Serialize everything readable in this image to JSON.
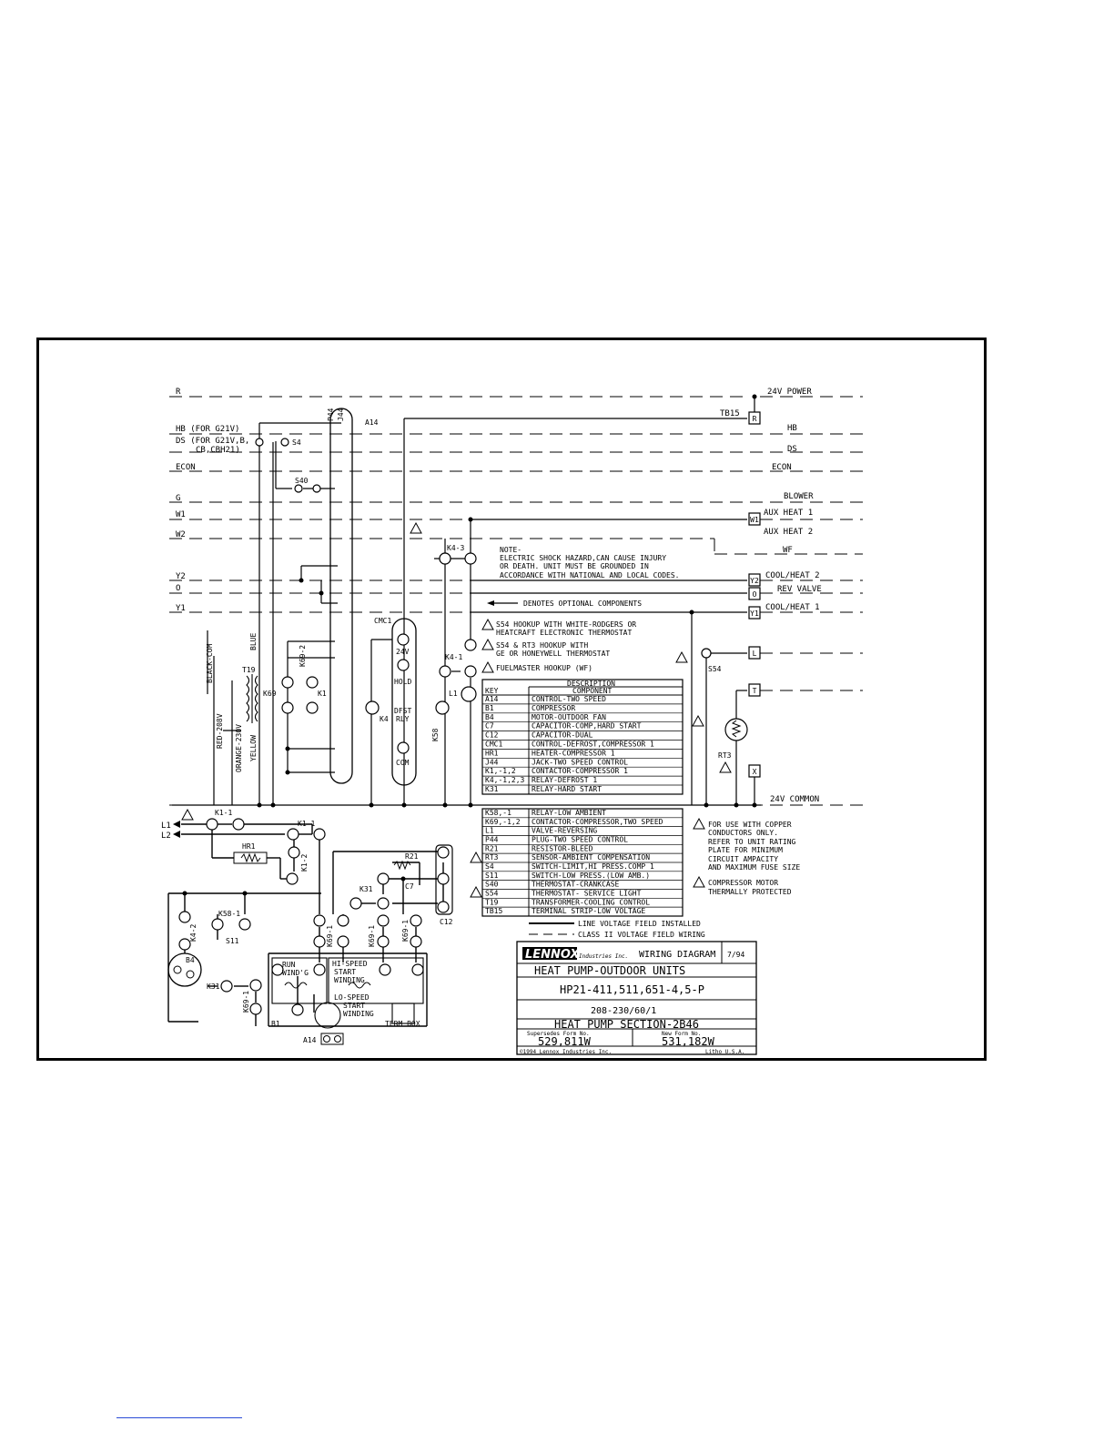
{
  "diagram": {
    "left_labels": {
      "r": "R",
      "hb": "HB (FOR G21V)",
      "ds1": "DS (FOR G21V,B,",
      "ds2": "CB,CBH21)",
      "econ": "ECON",
      "g": "G",
      "w1": "W1",
      "w2": "W2",
      "y2": "Y2",
      "o": "O",
      "y1": "Y1",
      "l1": "L1",
      "l2": "L2"
    },
    "right_labels": {
      "power": "24V POWER",
      "tb15": "TB15",
      "hb": "HB",
      "ds": "DS",
      "econ": "ECON",
      "blower": "BLOWER",
      "aux1": "AUX HEAT 1",
      "aux2": "AUX HEAT 2",
      "wf": "WF",
      "coolheat2": "COOL/HEAT 2",
      "revvalve": "REV VALVE",
      "coolheat1": "COOL/HEAT 1",
      "common": "24V COMMON"
    },
    "terminals": {
      "r": "R",
      "w1": "W1",
      "y2": "Y2",
      "o": "O",
      "y1": "Y1",
      "l": "L",
      "t": "T",
      "x": "X"
    },
    "components": {
      "p44": "P44",
      "j44": "J44",
      "a14": "A14",
      "s4": "S4",
      "s40": "S40",
      "k43": "K4-3",
      "k41": "K4-1",
      "cmc1": "CMC1",
      "v24": "24V",
      "hold": "HOLD",
      "dfst": "DFST",
      "rly": "RLY",
      "com": "COM",
      "k4": "K4",
      "k58": "K58",
      "l1": "L1",
      "s54": "S54",
      "rt3": "RT3",
      "t19": "T19",
      "k692": "K69-2",
      "k69": "K69",
      "k1": "K1",
      "blue": "BLUE",
      "black": "BLACK-COM",
      "red": "RED-208V",
      "orange": "ORANGE-230V",
      "yellow": "YELLOW",
      "k11a": "K1-1",
      "k11b": "K1-1",
      "k12": "K1-2",
      "hr1": "HR1",
      "r21": "R21",
      "c7": "C7",
      "c12": "C12",
      "k31": "K31",
      "k31b": "K31",
      "k581": "K58-1",
      "k42": "K4-2",
      "s11": "S11",
      "b4": "B4",
      "k691a": "K69-1",
      "k691b": "K69-1",
      "k691c": "K69-1",
      "k691d": "K69-1",
      "run": "RUN",
      "wind": "WIND'G",
      "hispeed": "HI-SPEED",
      "start": "START",
      "winding": "WINDING",
      "lospeed": "LO-SPEED",
      "start2": "START",
      "winding2": "WINDING",
      "b1": "B1",
      "termbox": "TERM BOX",
      "a14b": "A14"
    },
    "notes": {
      "note_title": "NOTE-",
      "note1": "ELECTRIC SHOCK HAZARD,CAN CAUSE INJURY",
      "note2": "OR DEATH. UNIT MUST BE GROUNDED IN",
      "note3": "ACCORDANCE WITH NATIONAL AND LOCAL CODES.",
      "optional": "DENOTES OPTIONAL COMPONENTS",
      "n1a": "S54 HOOKUP WITH WHITE-RODGERS OR",
      "n1b": "HEATCRAFT ELECTRONIC THERMOSTAT",
      "n2a": "S54 & RT3 HOOKUP WITH",
      "n2b": "GE OR HONEYWELL THERMOSTAT",
      "n3": "FUELMASTER HOOKUP (WF)",
      "cu1": "FOR USE WITH COPPER",
      "cu2": "CONDUCTORS ONLY.",
      "cu3": "REFER TO UNIT RATING",
      "cu4": "PLATE FOR MINIMUM",
      "cu5": "CIRCUIT AMPACITY",
      "cu6": "AND MAXIMUM FUSE SIZE",
      "cm1": "COMPRESSOR MOTOR",
      "cm2": "THERMALLY PROTECTED",
      "line_voltage": "LINE VOLTAGE FIELD INSTALLED",
      "class2": "CLASS II VOLTAGE FIELD WIRING"
    },
    "legend": {
      "description": "DESCRIPTION",
      "key": "KEY",
      "component": "COMPONENT",
      "rows1": [
        [
          "A14",
          "CONTROL-TWO SPEED"
        ],
        [
          "B1",
          "COMPRESSOR"
        ],
        [
          "B4",
          "MOTOR-OUTDOOR FAN"
        ],
        [
          "C7",
          "CAPACITOR-COMP,HARD START"
        ],
        [
          "C12",
          "CAPACITOR-DUAL"
        ],
        [
          "CMC1",
          "CONTROL-DEFROST,COMPRESSOR 1"
        ],
        [
          "HR1",
          "HEATER-COMPRESSOR 1"
        ],
        [
          "J44",
          "JACK-TWO SPEED CONTROL"
        ],
        [
          "K1,-1,2",
          "CONTACTOR-COMPRESSOR 1"
        ],
        [
          "K4,-1,2,3",
          "RELAY-DEFROST 1"
        ],
        [
          "K31",
          "RELAY-HARD START"
        ]
      ],
      "rows2": [
        [
          "K58,-1",
          "RELAY-LOW AMBIENT"
        ],
        [
          "K69,-1,2",
          "CONTACTOR-COMPRESSOR,TWO SPEED"
        ],
        [
          "L1",
          "VALVE-REVERSING"
        ],
        [
          "P44",
          "PLUG-TWO SPEED CONTROL"
        ],
        [
          "R21",
          "RESISTOR-BLEED"
        ],
        [
          "RT3",
          "SENSOR-AMBIENT COMPENSATION"
        ],
        [
          "S4",
          "SWITCH-LIMIT,HI PRESS.COMP 1"
        ],
        [
          "S11",
          "SWITCH-LOW PRESS.(LOW AMB.)"
        ],
        [
          "S40",
          "THERMOSTAT-CRANKCASE"
        ],
        [
          "S54",
          "THERMOSTAT- SERVICE LIGHT"
        ],
        [
          "T19",
          "TRANSFORMER-COOLING CONTROL"
        ],
        [
          "TB15",
          "TERMINAL STRIP-LOW VOLTAGE"
        ]
      ]
    },
    "title_block": {
      "brand": "LENNOX",
      "industries": "Industries Inc.",
      "doc_type": "WIRING DIAGRAM",
      "date": "7/94",
      "line1": "HEAT PUMP-OUTDOOR UNITS",
      "line2": "HP21-411,511,651-4,5-P",
      "line3": "208-230/60/1",
      "line4": "HEAT PUMP SECTION-2B46",
      "supersedes_label": "Supersedes Form No.",
      "supersedes_value": "529,811W",
      "new_form_label": "New Form No.",
      "new_form_value": "531,182W",
      "copyright": "©1994 Lennox Industries Inc.",
      "litho": "Litho U.S.A."
    }
  }
}
